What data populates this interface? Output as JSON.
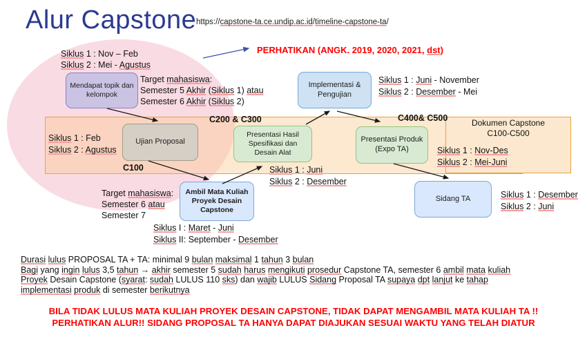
{
  "page": {
    "title": "Alur Capstone",
    "url": "https://capstone-ta.ce.undip.ac.id/timeline-capstone-ta/",
    "note": "PERHATIKAN (ANGK. 2019, 2020, 2021, dst)"
  },
  "flow": {
    "boxes": {
      "mendapat_topik": "Mendapat topik dan\nkelompok",
      "ujian_proposal": "Ujian Proposal",
      "ambil_mk": "Ambil Mata Kuliah\nProyek Desain\nCapstone",
      "presentasi_hasil": "Presentasi Hasil\nSpesifikasi dan\nDesain Alat",
      "implementasi": "Implementasi &\nPengujian",
      "presentasi_produk": "Presentasi Produk\n(Expo TA)",
      "sidang_ta": "Sidang TA"
    },
    "stage_codes": {
      "c100": "C100",
      "c200_c300": "C200 & C300",
      "c400_c500": "C400& C500"
    },
    "labels": {
      "siklus_topik": "Siklus 1 : Nov – Feb\nSiklus 2 : Mei - Agustus",
      "target_mhs_atas": "Target mahasiswa:\nSemester 5 Akhir (Siklus 1) atau\nSemester 6 Akhir (Siklus 2)",
      "siklus_proposal": "Siklus 1 : Feb\nSiklus 2 : Agustus",
      "target_mhs_bawah": "Target mahasiswa:\nSemester 6 atau\nSemester 7",
      "siklus_ambil": "Siklus I : Maret - Juni\nSiklus II: September - Desember",
      "siklus_hasil": "Siklus 1 : Juni\nSiklus 2 : Desember",
      "siklus_implementasi": "Siklus 1 : Juni - November\nSiklus 2 : Desember - Mei",
      "dokumen_judul": "Dokumen Capstone\nC100-C500",
      "siklus_dokumen": "Siklus 1 : Nov-Des\nSiklus 2 : Mei-Juni",
      "siklus_sidang": "Siklus 1 : Desember\nSiklus 2 : Juni"
    }
  },
  "footer": {
    "paragraph": "Durasi lulus PROPOSAL TA + TA: minimal 9 bulan maksimal 1 tahun 3 bulan\nBagi yang ingin lulus 3,5 tahun → akhir semester 5 sudah harus mengikuti prosedur Capstone TA, semester 6 ambil mata kuliah\nProyek Desain Capstone (syarat: sudah LULUS 110 sks) dan wajib LULUS Sidang Proposal TA supaya dpt lanjut ke tahap\nimplementasi produk di semester berikutnya",
    "warning": "BILA TIDAK LULUS MATA KULIAH PROYEK DESAIN CAPSTONE, TIDAK DAPAT MENGAMBIL MATA KULIAH TA !!\nPERHATIKAN ALUR!! SIDANG PROPOSAL TA HANYA DAPAT DIAJUKAN SESUAI WAKTU YANG TELAH DIATUR"
  },
  "colors": {
    "title_blue": "#2b3a90",
    "alert_red": "#ff0000",
    "band_border_orange": "#e7a33c",
    "band_fill_orange": "#fce5cd",
    "ellipse_pink": "#f9dbe3",
    "box_purple_fill": "#cbc3e3",
    "box_purple_border": "#8d7fc2",
    "box_gray_fill": "#d6cfc6",
    "box_gray_border": "#a39b82",
    "box_green_fill": "#d9ead3",
    "box_green_border": "#93c47d",
    "box_blue_fill": "#cfe2f3",
    "box_blue_border": "#6fa8dc",
    "box_lightblue_fill": "#d9e8fc",
    "box_lightblue_border": "#7ea5d8",
    "arrow_black": "#1a1a1a",
    "arrow_blue": "#3b54a5",
    "spellcheck_red": "#f49c9c"
  },
  "spellcheck_words": [
    "capstone-ta.ce.undip.ac.id",
    "timeline-capstone-ta",
    "Mei-Juni",
    "Nov-Des",
    "implementasi",
    "berikutnya",
    "mengikuti",
    "mahasiswa",
    "maksimal",
    "prosedur",
    "Desember",
    "Agustus",
    "Durasi",
    "Siklus",
    "syarat",
    "supaya",
    "Sidang",
    "Proyek",
    "produk",
    "wajib",
    "tahun",
    "tahap",
    "sudah",
    "harus",
    "bulan",
    "ambil",
    "lanjut",
    "lulus",
    "Maret",
    "Akhir",
    "akhir",
    "ingin",
    "atau",
    "mata",
    "kuliah",
    "Juni",
    "Bagi",
    "dst",
    "dpt",
    "sks"
  ]
}
